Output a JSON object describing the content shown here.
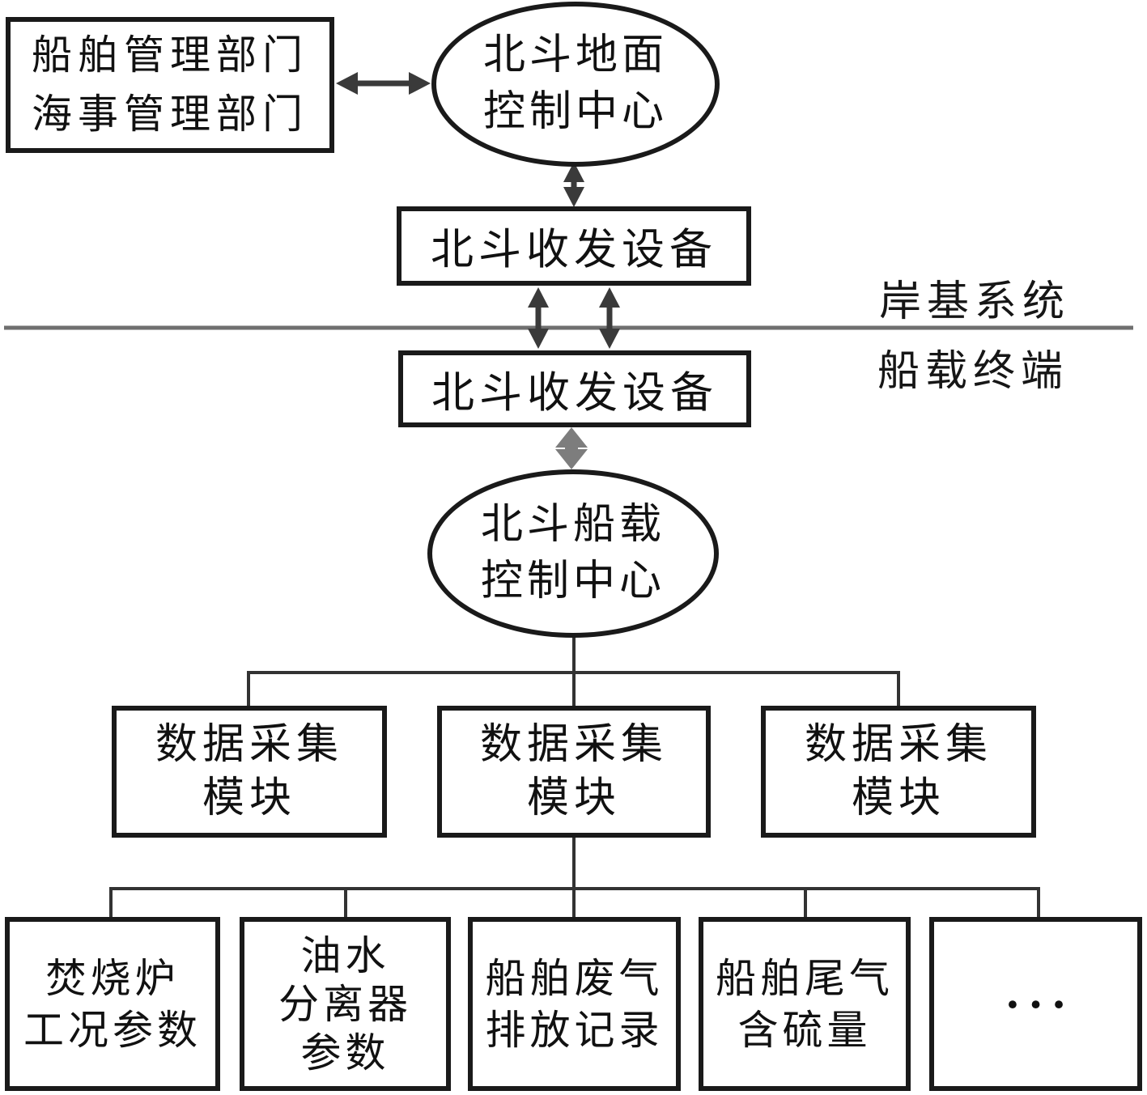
{
  "colors": {
    "background": "#ffffff",
    "node_border": "#1a1a1a",
    "text": "#111111",
    "connector": "#333333",
    "arrow_dark": "#3a3a3a",
    "arrow_gray": "#7d7d7d",
    "divider_line": "#6f6f6f"
  },
  "section_labels": {
    "shore": "岸基系统",
    "ship": "船载终端"
  },
  "nodes": {
    "management_dept": {
      "lines": [
        "船舶管理部门",
        "海事管理部门"
      ]
    },
    "ground_control": {
      "lines": [
        "北斗地面",
        "控制中心"
      ]
    },
    "shore_transceiver": {
      "label": "北斗收发设备"
    },
    "ship_transceiver": {
      "label": "北斗收发设备"
    },
    "onboard_control": {
      "lines": [
        "北斗船载",
        "控制中心"
      ]
    },
    "module_left": {
      "lines": [
        "数据采集",
        "模块"
      ]
    },
    "module_center": {
      "lines": [
        "数据采集",
        "模块"
      ]
    },
    "module_right": {
      "lines": [
        "数据采集",
        "模块"
      ]
    },
    "source_incinerator": {
      "lines": [
        "焚烧炉",
        "工况参数"
      ]
    },
    "source_separator": {
      "lines": [
        "油水",
        "分离器",
        "参数"
      ]
    },
    "source_exhaust_record": {
      "lines": [
        "船舶废气",
        "排放记录"
      ]
    },
    "source_sulfur": {
      "lines": [
        "船舶尾气",
        "含硫量"
      ]
    },
    "source_more": {
      "label": "•••"
    }
  }
}
